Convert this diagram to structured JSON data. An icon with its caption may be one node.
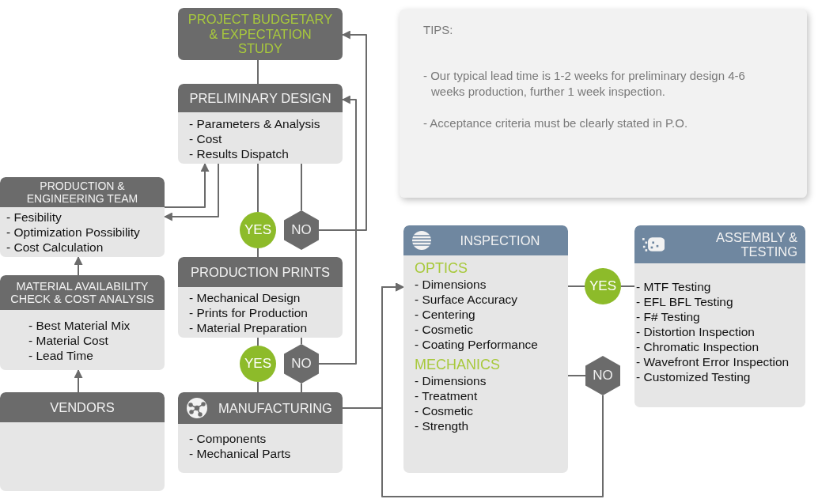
{
  "diagram": {
    "nodes": [
      {
        "text": [
          "PROJECT BUDGETARY & EXPECTATION STUDY"
        ]
      },
      {
        "text": [
          "PRELIMINARY DESIGN",
          "- Parameters & Analysis",
          "- Cost",
          "- Results Dispatch"
        ]
      },
      {
        "text": [
          "PRODUCTION & ENGINEERING TEAM",
          "- Fesibility",
          "- Optimization Possibility",
          "- Cost Calculation"
        ]
      },
      {
        "text": [
          "MATERIAL AVAILABILITY CHECK & COST ANALYSIS",
          "- Best Material Mix",
          "- Material Cost",
          "- Lead Time"
        ]
      },
      {
        "text": [
          "VENDORS"
        ]
      },
      {
        "text": [
          "YES"
        ]
      },
      {
        "text": [
          "NO"
        ]
      },
      {
        "text": [
          "PRODUCTION PRINTS",
          "- Mechanical Design",
          "- Prints for Production",
          "- Material Preparation"
        ]
      },
      {
        "text": [
          "YES"
        ]
      },
      {
        "text": [
          "NO"
        ]
      },
      {
        "text": [
          "MANUFACTURING",
          "- Components",
          "- Mechanical Parts"
        ]
      },
      {
        "text": [
          "INSPECTION",
          "OPTICS",
          "- Dimensions",
          "- Surface Accuracy",
          "- Centering",
          "- Cosmetic",
          "- Coating Performance",
          "MECHANICS",
          "- Dimensions",
          "- Treatment",
          "- Cosmetic",
          "- Strength"
        ]
      },
      {
        "text": [
          "YES"
        ]
      },
      {
        "text": [
          "NO"
        ]
      },
      {
        "text": [
          "ASSEMBLY & TESTING",
          "- MTF Testing",
          "- EFL BFL Testing",
          "- F# Testing",
          "- Distortion Inspection",
          "- Chromatic Inspection",
          "- Wavefront Error Inspection",
          "- Customized Testing"
        ]
      }
    ],
    "edges": [
      {
        "from": 0,
        "to": 1,
        "arrow": "none"
      },
      {
        "from": 6,
        "to": 0,
        "arrow": "to"
      },
      {
        "from": 9,
        "to": 1,
        "arrow": "to"
      },
      {
        "from": 2,
        "to": 1,
        "arrow": "to"
      },
      {
        "from": 1,
        "to": 2,
        "arrow": "to"
      },
      {
        "from": 1,
        "to": 5,
        "arrow": "none"
      },
      {
        "from": 1,
        "to": 6,
        "arrow": "none"
      },
      {
        "from": 5,
        "to": 7,
        "arrow": "none"
      },
      {
        "from": 7,
        "to": 8,
        "arrow": "none"
      },
      {
        "from": 7,
        "to": 9,
        "arrow": "none"
      },
      {
        "from": 8,
        "to": 10,
        "arrow": "none"
      },
      {
        "from": 9,
        "to": 10,
        "arrow": "none"
      },
      {
        "from": 10,
        "to": 11,
        "arrow": "to"
      },
      {
        "from": 11,
        "to": 12,
        "arrow": "none"
      },
      {
        "from": 12,
        "to": 14,
        "arrow": "none"
      },
      {
        "from": 11,
        "to": 13,
        "arrow": "none"
      },
      {
        "from": 13,
        "to": 11,
        "arrow": "to"
      },
      {
        "from": 3,
        "to": 2,
        "arrow": "to"
      },
      {
        "from": 4,
        "to": 3,
        "arrow": "to"
      }
    ],
    "labels": [
      "TIPS:",
      "- Our typical lead time is 1-2 weeks for preliminary design 4-6 weeks production, further 1 week inspection.",
      "- Acceptance criteria must be clearly stated in P.O."
    ]
  }
}
